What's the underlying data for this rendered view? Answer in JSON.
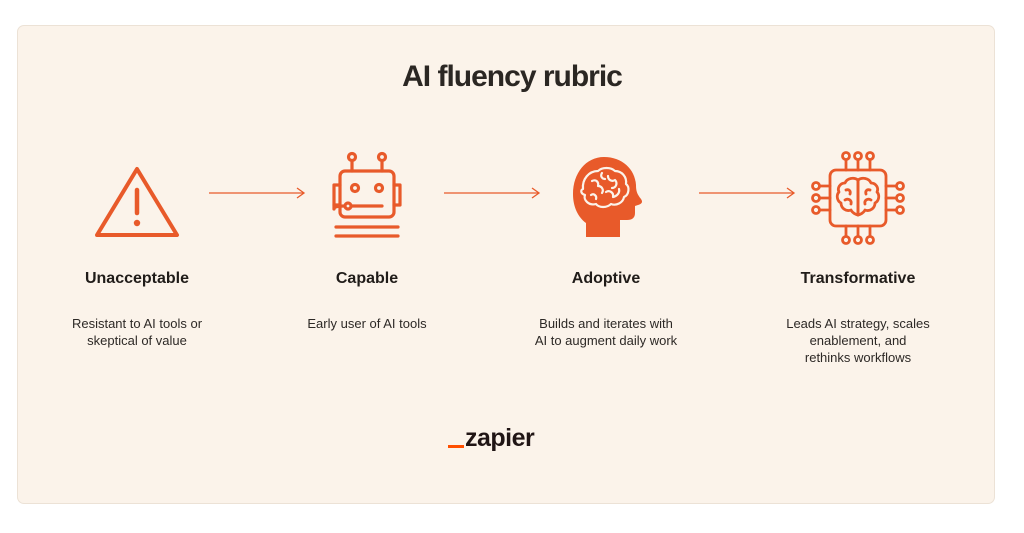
{
  "title": "AI fluency rubric",
  "accent_color": "#e85a2a",
  "stages": [
    {
      "name": "Unacceptable",
      "icon": "warning-triangle-icon",
      "desc": [
        "Resistant to AI tools or",
        "skeptical of value"
      ]
    },
    {
      "name": "Capable",
      "icon": "robot-icon",
      "desc": [
        "Early user of AI tools"
      ]
    },
    {
      "name": "Adoptive",
      "icon": "human-head-brain-icon",
      "desc": [
        "Builds and iterates with",
        "AI to augment daily work"
      ]
    },
    {
      "name": "Transformative",
      "icon": "brain-chip-icon",
      "desc": [
        "Leads AI strategy, scales",
        "enablement, and",
        "rethinks workflows"
      ]
    }
  ],
  "logo": {
    "text": "zapier",
    "color": "#ff4f00"
  }
}
